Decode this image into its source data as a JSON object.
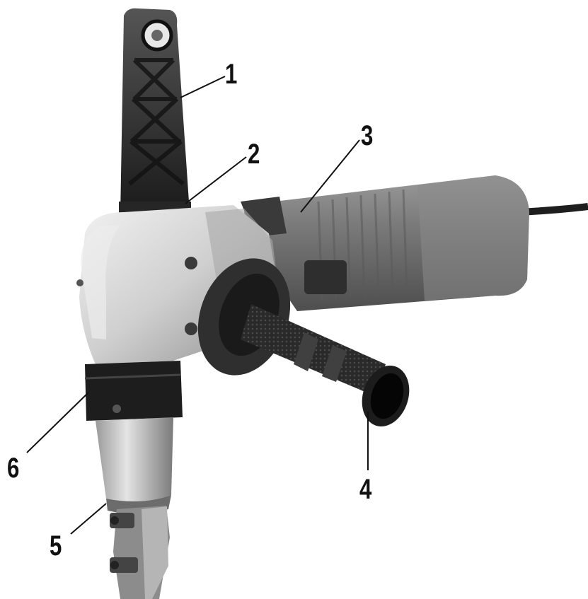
{
  "callouts": [
    {
      "id": "1",
      "label": "1"
    },
    {
      "id": "2",
      "label": "2"
    },
    {
      "id": "3",
      "label": "3"
    },
    {
      "id": "4",
      "label": "4"
    },
    {
      "id": "5",
      "label": "5"
    },
    {
      "id": "6",
      "label": "6"
    }
  ],
  "colors": {
    "housing": "#c9c9c9",
    "motor": "#6f6f6f",
    "grip": "#2b2b2b",
    "plastic": "#333333",
    "leader": "#111111"
  }
}
